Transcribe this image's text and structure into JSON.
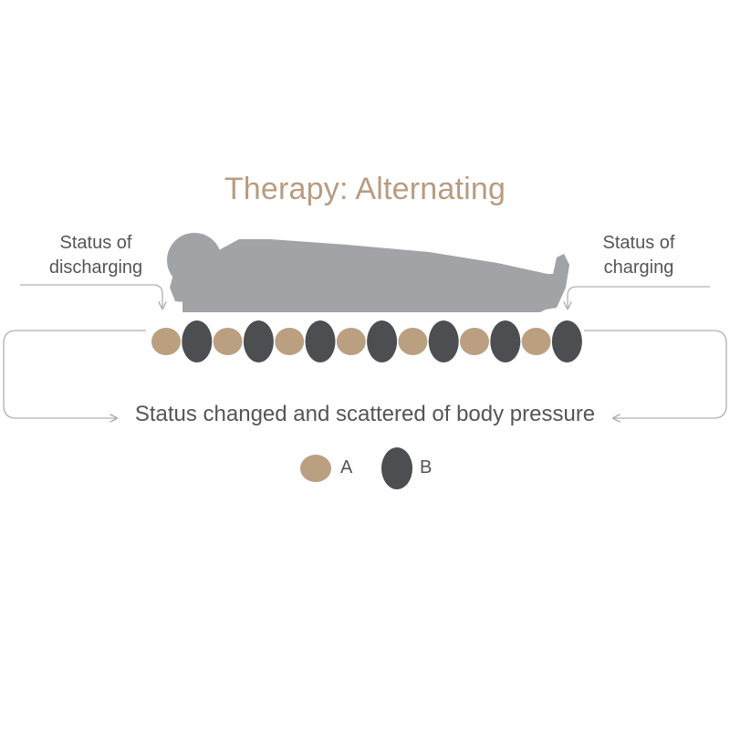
{
  "title": "Therapy: Alternating",
  "left_label": [
    "Status of",
    "discharging"
  ],
  "right_label": [
    "Status of",
    "charging"
  ],
  "caption": "Status changed and scattered of body pressure",
  "legend": {
    "a": "A",
    "b": "B"
  },
  "cells": [
    "A",
    "B",
    "A",
    "B",
    "A",
    "B",
    "A",
    "B",
    "A",
    "B",
    "A",
    "B",
    "A",
    "B"
  ],
  "colors": {
    "title": "#b89c80",
    "cell_a": "#bb9f81",
    "cell_b": "#4c4e52",
    "body": "#a2a3a6",
    "line": "#b0b0b0",
    "text": "#555555"
  }
}
